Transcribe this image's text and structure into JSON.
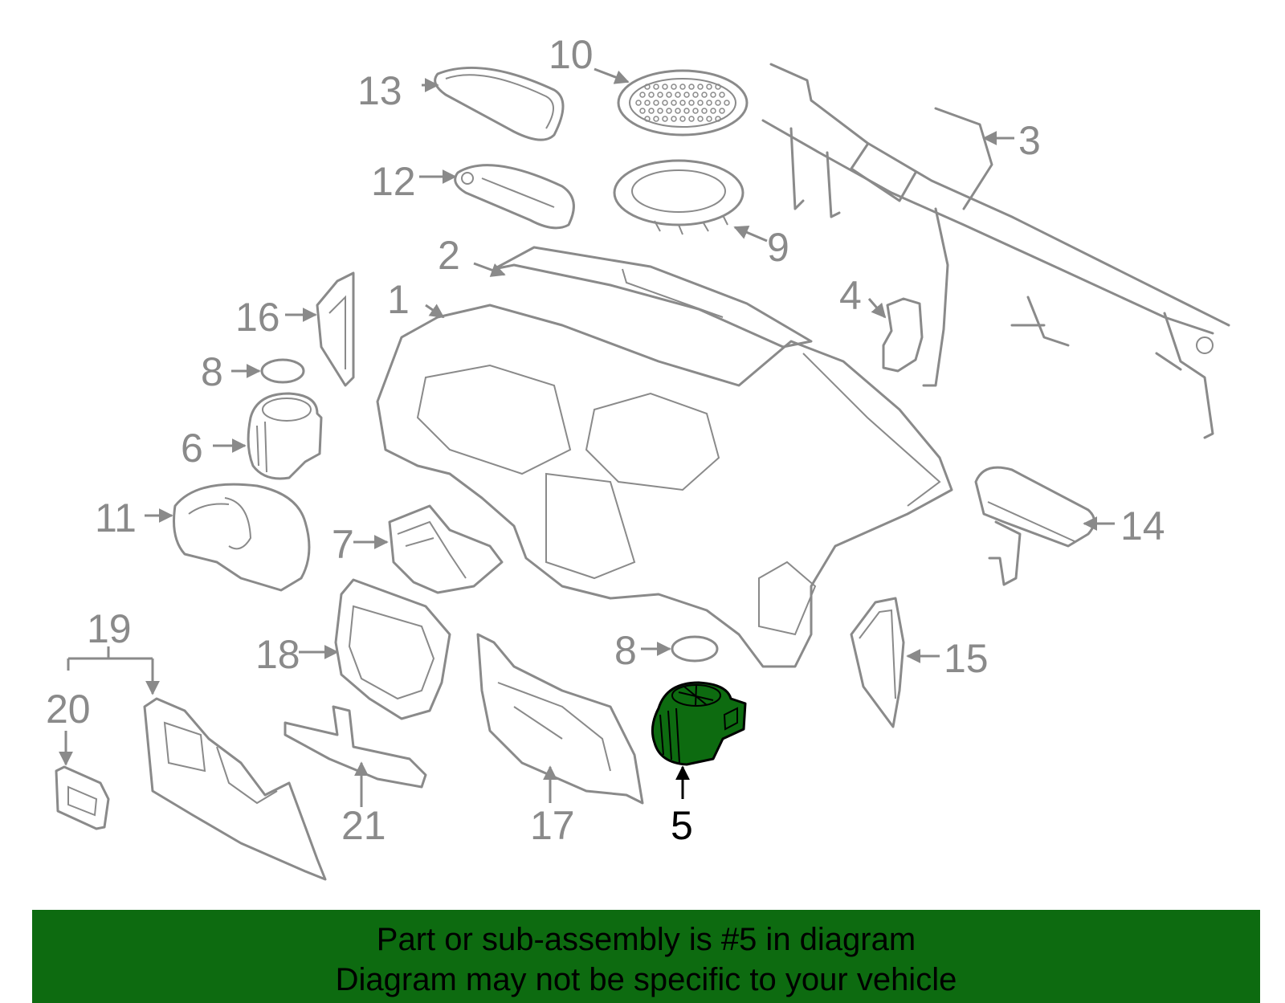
{
  "callouts": {
    "c1": "1",
    "c2": "2",
    "c3": "3",
    "c4": "4",
    "c5": "5",
    "c6": "6",
    "c7": "7",
    "c8a": "8",
    "c8b": "8",
    "c9": "9",
    "c10": "10",
    "c11": "11",
    "c12": "12",
    "c13": "13",
    "c14": "14",
    "c15": "15",
    "c16": "16",
    "c17": "17",
    "c18": "18",
    "c19": "19",
    "c20": "20",
    "c21": "21"
  },
  "banner": {
    "line1": "Part or sub-assembly is #5 in diagram",
    "line2": "Diagram may not be specific to your vehicle"
  },
  "colors": {
    "highlight": "#0d6b10",
    "outline": "#8a8a8a",
    "banner": "#0d6b10"
  }
}
